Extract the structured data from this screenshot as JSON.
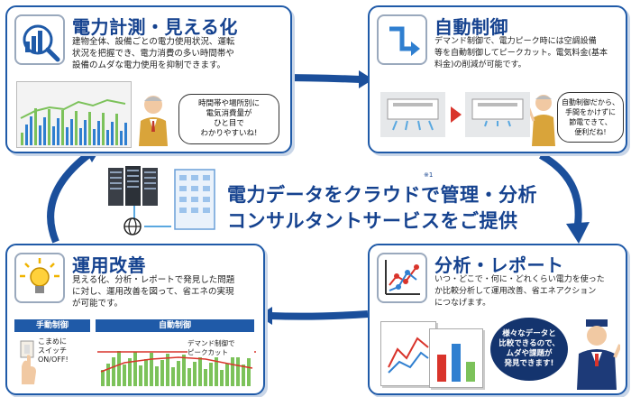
{
  "center": {
    "line1": "電力データをクラウドで管理・分析",
    "line2": "コンサルタントサービスをご提供",
    "footnote": "※1"
  },
  "cards": {
    "measure": {
      "title": "電力計測・見える化",
      "body": [
        "建物全体、設備ごとの電力使用状況、運転",
        "状況を把握でき、電力消費の多い時間帯や",
        "設備のムダな電力使用を抑制できます。"
      ],
      "bubble": [
        "時間帯や場所別に",
        "電気消費量が",
        "ひと目で",
        "わかりやすいね!"
      ],
      "icon": "bar-chart-magnifier-icon"
    },
    "auto": {
      "title": "自動制御",
      "body": [
        "デマンド制御で、電力ピーク時には空調設備",
        "等を自動制御してピークカット。電気料金(基本",
        "料金)の削減が可能です。"
      ],
      "bubble": [
        "自動制御だから、",
        "手間をかけずに",
        "節電できて、",
        "便利だね!"
      ],
      "icon": "step-arrow-icon"
    },
    "improve": {
      "title": "運用改善",
      "body": [
        "見える化、分析・レポートで発見した問題",
        "に対し、運用改善を図って、省エネの実現",
        "が可能です。"
      ],
      "manual_label": "手動制御",
      "auto_label": "自動制御",
      "switch_text": [
        "こまめに",
        "スイッチ",
        "ON/OFF!"
      ],
      "chart_note": [
        "デマンド制御で",
        "ピークカット"
      ],
      "icon": "light-bulb-icon"
    },
    "analysis": {
      "title": "分析・レポート",
      "body": [
        "いつ・どこで・何に・どれくらい電力を使った",
        "か比較分析して運用改善、省エネアクション",
        "につなげます。"
      ],
      "bubble": [
        "様々なデータと",
        "比較できるので、",
        "ムダや課題が",
        "発見できます!"
      ],
      "icon": "line-chart-icon"
    }
  },
  "colors": {
    "brand": "#1f5aa8",
    "title": "#15428f",
    "arrow": "#1b4f9b",
    "bar_green": "#7cc25a",
    "bar_blue": "#2f7fd0",
    "red": "#d9342b"
  }
}
